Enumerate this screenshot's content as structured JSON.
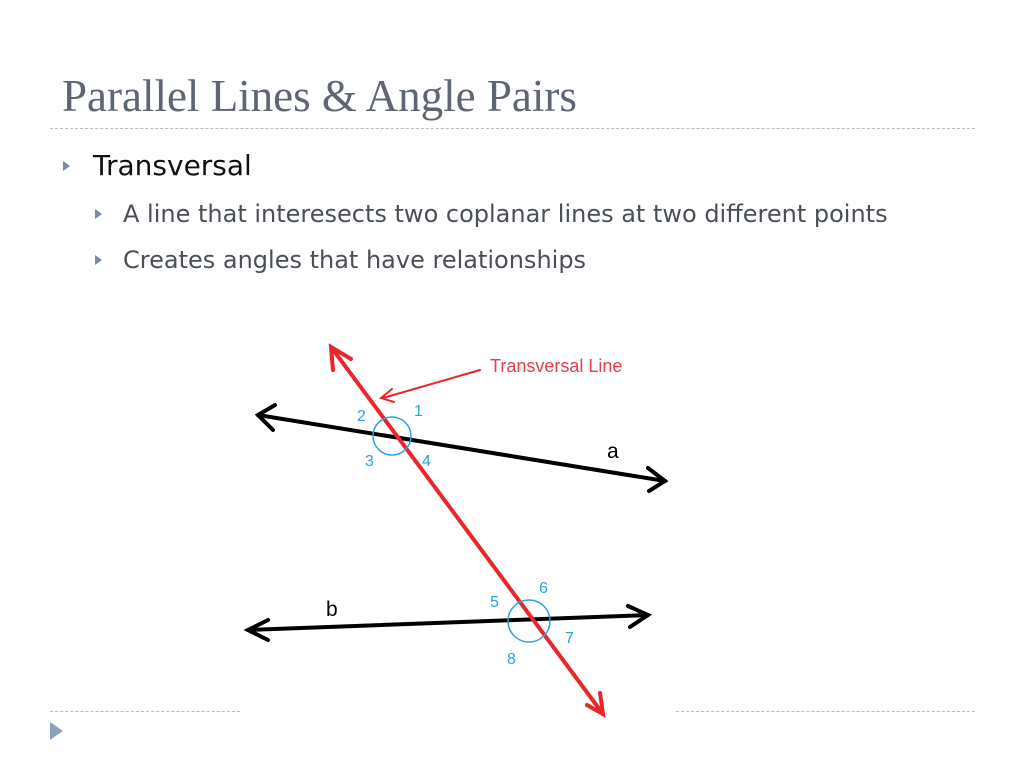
{
  "slide": {
    "title": "Parallel Lines & Angle Pairs",
    "bullets": {
      "level1": "Transversal",
      "sub": [
        "A line that interesects two coplanar lines at two different points",
        "Creates angles that have relationships"
      ]
    }
  },
  "diagram": {
    "transversal_label": "Transversal Line",
    "line_a_label": "a",
    "line_b_label": "b",
    "angle_labels": [
      "1",
      "2",
      "3",
      "4",
      "5",
      "6",
      "7",
      "8"
    ],
    "colors": {
      "transversal": "#e8262b",
      "lines": "#000000",
      "angles": "#2aa3e0",
      "label": "#e04050"
    }
  },
  "theme": {
    "title_color": "#5f6673",
    "bullet_arrow_color": "#7b8aa3",
    "rule_color": "#b4bcc8"
  }
}
